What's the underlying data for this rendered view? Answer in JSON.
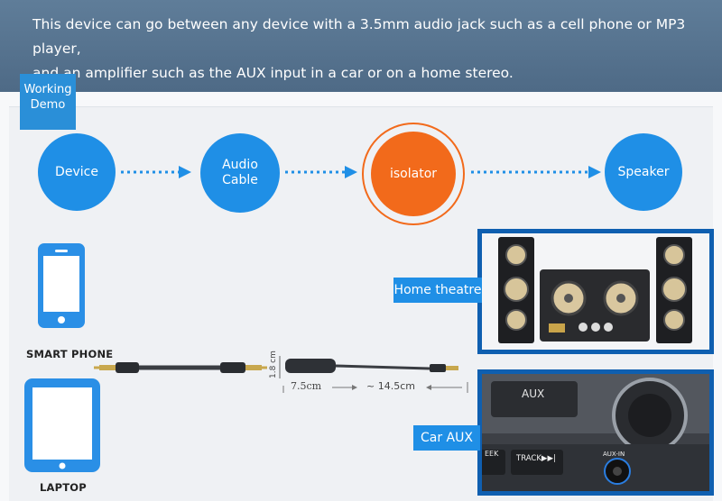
{
  "header": {
    "line1": "This device can go between any device with a 3.5mm audio jack such as a cell phone or MP3 player,",
    "line2": "and an amplifier such as the AUX input in a car or on a home stereo."
  },
  "badge": {
    "line1": "Working",
    "line2": "Demo"
  },
  "flow": {
    "device": "Device",
    "cable_line1": "Audio",
    "cable_line2": "Cable",
    "isolator": "isolator",
    "speaker": "Speaker"
  },
  "devices": {
    "smart_phone": "SMART PHONE",
    "laptop": "LAPTOP"
  },
  "outputs": {
    "home_theatre": "Home theatre",
    "car_aux": "Car AUX"
  },
  "cable": {
    "height_label": "1.8 cm",
    "short_label": "7.5cm",
    "long_label": "~ 14.5cm"
  },
  "car_panel": {
    "aux_label": "AUX",
    "track_label": "TRACK▶▶|",
    "eek_label": "EEK",
    "auxin_label": "AUX-IN"
  },
  "colors": {
    "blue": "#1f8fe6",
    "orange": "#f26a1b",
    "header": "#56728f"
  }
}
